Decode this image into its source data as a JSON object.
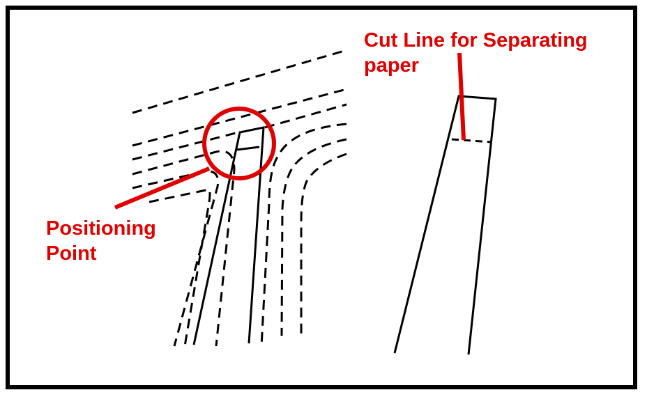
{
  "colors": {
    "frame": "#000000",
    "drawing": "#000000",
    "annotation": "#e00000",
    "background": "#ffffff"
  },
  "labels": {
    "cut_line": {
      "line1": "Cut Line for Separating",
      "line2": "paper"
    },
    "positioning_point": {
      "line1": "Positioning",
      "line2": "Point"
    }
  }
}
